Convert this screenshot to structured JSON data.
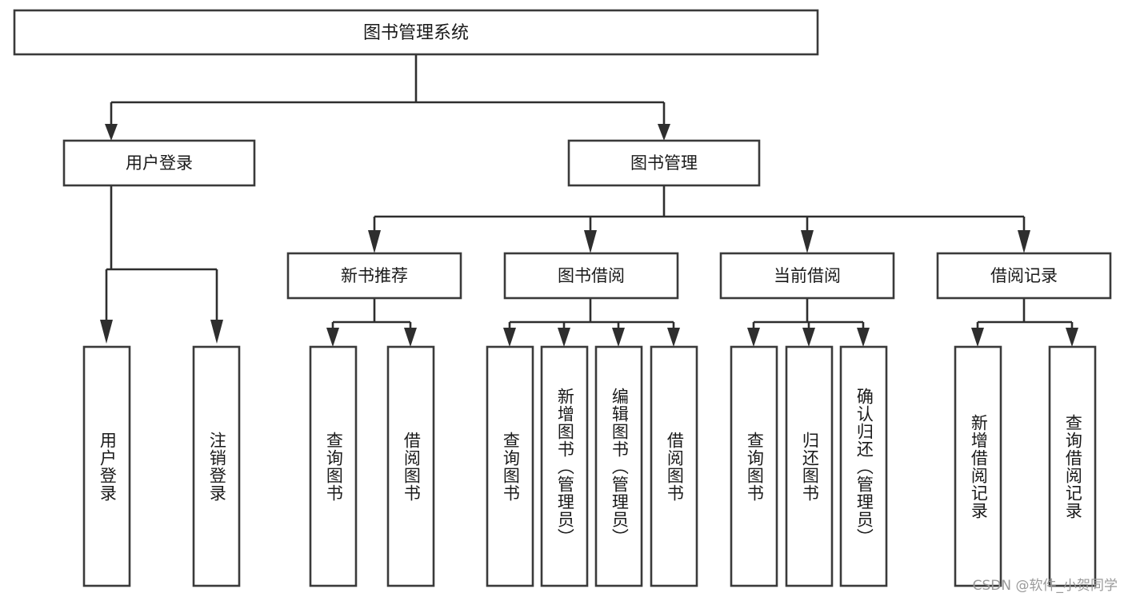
{
  "diagram": {
    "title": "图书管理系统",
    "type": "functional-structure-tree",
    "watermark": "CSDN @软件_小贺同学",
    "colors": {
      "box_stroke": "#3a3a3a",
      "box_fill": "#ffffff",
      "connector": "#2e2e2e",
      "text": "#1a1a1a",
      "watermark": "#9a9a9a",
      "background": "#ffffff"
    },
    "root": {
      "label": "图书管理系统"
    },
    "level2": [
      {
        "label": "用户登录"
      },
      {
        "label": "图书管理"
      }
    ],
    "level3": [
      {
        "label": "新书推荐"
      },
      {
        "label": "图书借阅"
      },
      {
        "label": "当前借阅"
      },
      {
        "label": "借阅记录"
      }
    ],
    "leaves": {
      "user_login": [
        {
          "label": "用户登录"
        },
        {
          "label": "注销登录"
        }
      ],
      "new_book_recommend": [
        {
          "label": "查询图书"
        },
        {
          "label": "借阅图书"
        }
      ],
      "book_borrow": [
        {
          "label": "查询图书"
        },
        {
          "label": "新增图书（管理员）"
        },
        {
          "label": "编辑图书（管理员）"
        },
        {
          "label": "借阅图书"
        }
      ],
      "current_borrow": [
        {
          "label": "查询图书"
        },
        {
          "label": "归还图书"
        },
        {
          "label": "确认归还（管理员）"
        }
      ],
      "borrow_record": [
        {
          "label": "新增借阅记录"
        },
        {
          "label": "查询借阅记录"
        }
      ]
    }
  }
}
